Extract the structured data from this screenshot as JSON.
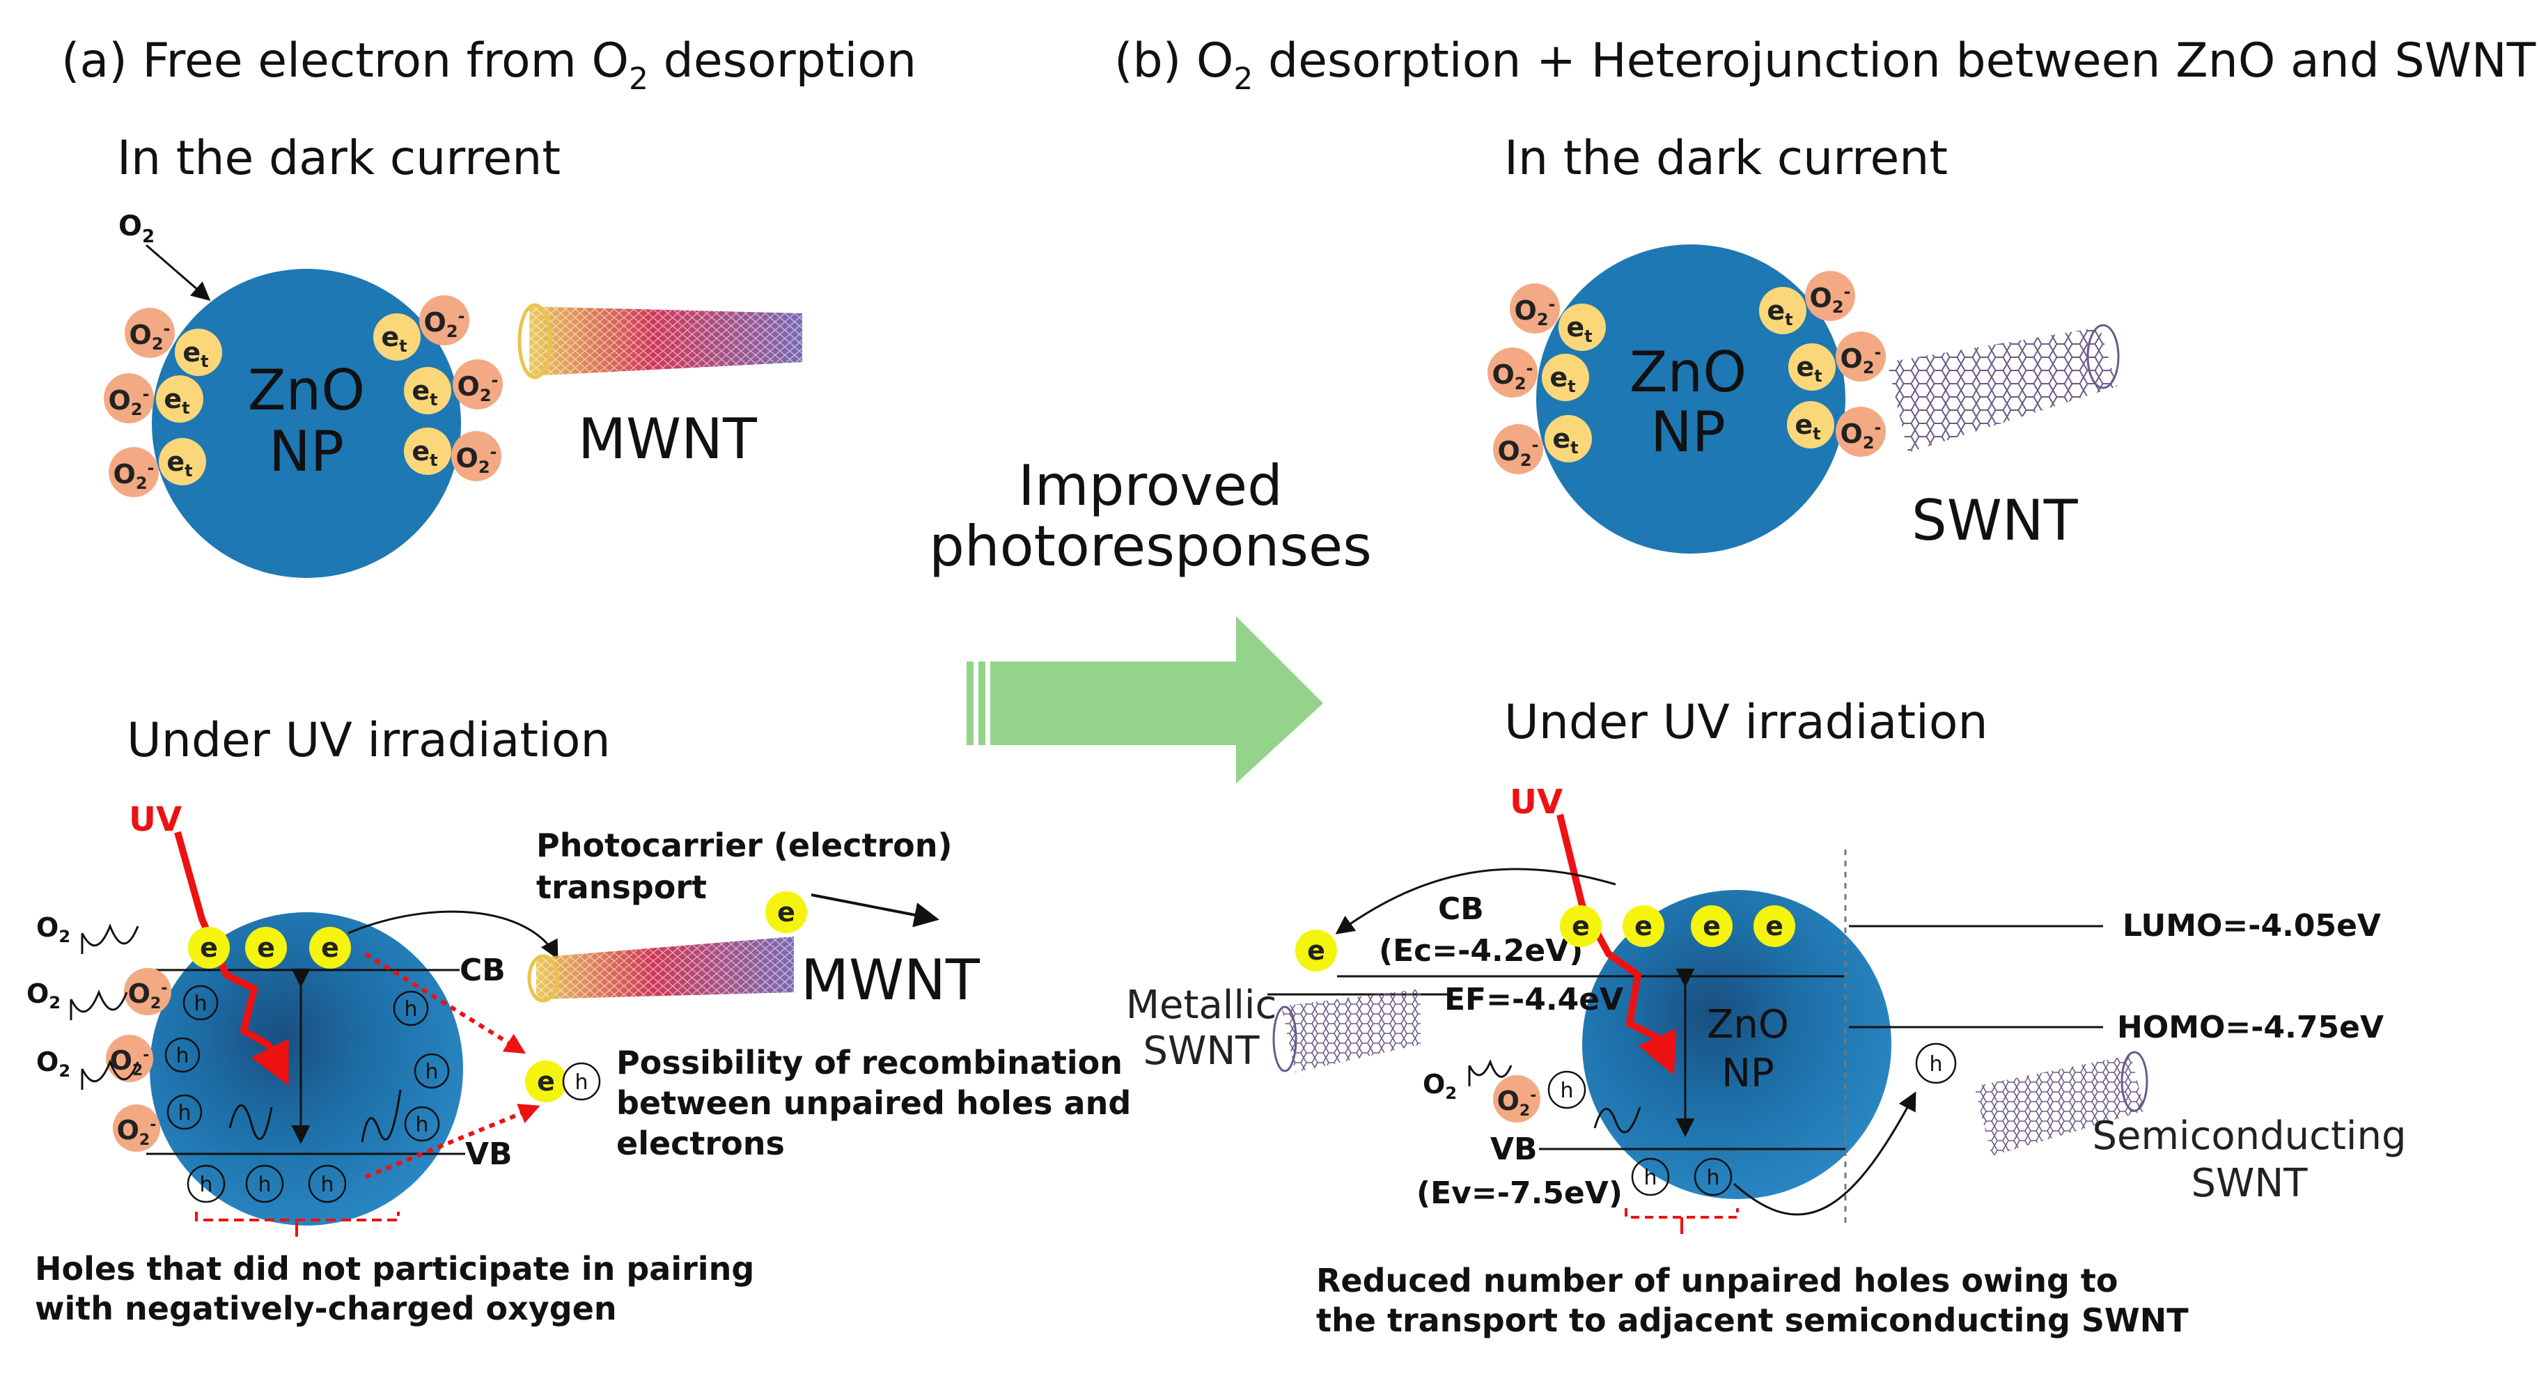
{
  "panel_a": {
    "prefix": "(a) Free electron from O",
    "subscript": "2",
    "suffix": " desorption",
    "dark_title": "In the dark current",
    "uv_title": "Under UV irradiation",
    "o2_label": "O2",
    "zno": "ZnO",
    "np": "NP",
    "mwnt_label": "MWNT",
    "uv_label": "UV",
    "cb_label": "CB",
    "vb_label": "VB",
    "photocarrier_line1": "Photocarrier (electron)",
    "photocarrier_line2": "transport",
    "recomb_line1": "Possibility of recombination",
    "recomb_line2": "between unpaired holes and",
    "recomb_line3": "electrons",
    "holes_line1": "Holes that did not participate in pairing",
    "holes_line2": "with negatively-charged oxygen"
  },
  "panel_b": {
    "prefix": "(b) O",
    "subscript": "2",
    "suffix": " desorption + Heterojunction between ZnO and SWNT",
    "dark_title": "In the dark current",
    "uv_title": "Under UV irradiation",
    "zno": "ZnO",
    "np": "NP",
    "swnt_label": "SWNT",
    "uv_label": "UV",
    "cb_label": "CB",
    "ec_label": "(Ec=-4.2eV)",
    "ef_label": "EF=-4.4eV",
    "vb_label": "VB",
    "ev_label": "(Ev=-7.5eV)",
    "lumo_label": "LUMO=-4.05eV",
    "homo_label": "HOMO=-4.75eV",
    "metallic_line1": "Metallic",
    "metallic_line2": "SWNT",
    "semi_line1": "Semiconducting",
    "semi_line2": "SWNT",
    "reduced_line1": "Reduced number of unpaired holes owing to",
    "reduced_line2": "the transport to adjacent semiconducting SWNT"
  },
  "middle": {
    "improved_line1": "Improved",
    "improved_line2": "photoresponses"
  },
  "particles": {
    "electron": "e",
    "trapped_electron": "e",
    "trapped_sub": "t",
    "hole": "h",
    "oxygen_ion": "O2-"
  },
  "colors": {
    "zno_sphere": "#1e78b4",
    "o2_ion": "#f3a983",
    "trapped_electron": "#fbd77a",
    "free_electron": "#f4f40e",
    "uv_arrow": "#ee1111",
    "recomb_arrow": "#ee1111",
    "bracket": "#ee1111",
    "big_arrow": "#93d38a",
    "mwnt_inner": "#e8c44a",
    "mwnt_mid": "#cc2244",
    "mwnt_outer": "#6a5aad",
    "swnt": "#6b5a88"
  }
}
